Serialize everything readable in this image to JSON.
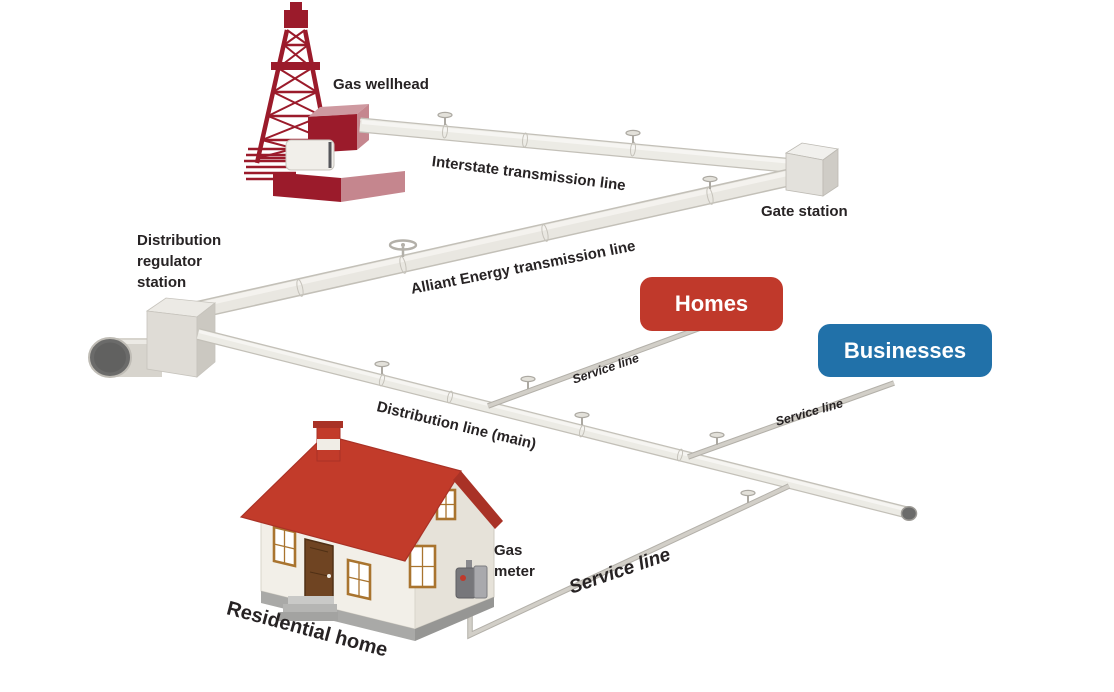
{
  "labels": {
    "gas_wellhead": "Gas wellhead",
    "interstate_transmission_line": "Interstate transmission line",
    "gate_station": "Gate station",
    "distribution_regulator_station": "Distribution regulator station",
    "alliant_transmission_line": "Alliant Energy transmission line",
    "homes": "Homes",
    "businesses": "Businesses",
    "service_line_homes": "Service line",
    "distribution_line_main": "Distribution line (main)",
    "service_line_businesses": "Service line",
    "gas_meter": "Gas meter",
    "service_line_residential": "Service line",
    "residential_home": "Residential home"
  },
  "colors": {
    "homes_badge": "#c0392b",
    "businesses_badge": "#2171a9",
    "badge_text": "#ffffff",
    "wellhead_red": "#9b1b2b",
    "wellhead_pink": "#c5868e",
    "roof_red": "#c23b2a",
    "pipe_body": "#eae8e2",
    "pipe_edge": "#c3c0b8",
    "service_line": "#cbc8c1",
    "pipe_end_cap": "#6b6b6a",
    "label_text": "#272324"
  }
}
